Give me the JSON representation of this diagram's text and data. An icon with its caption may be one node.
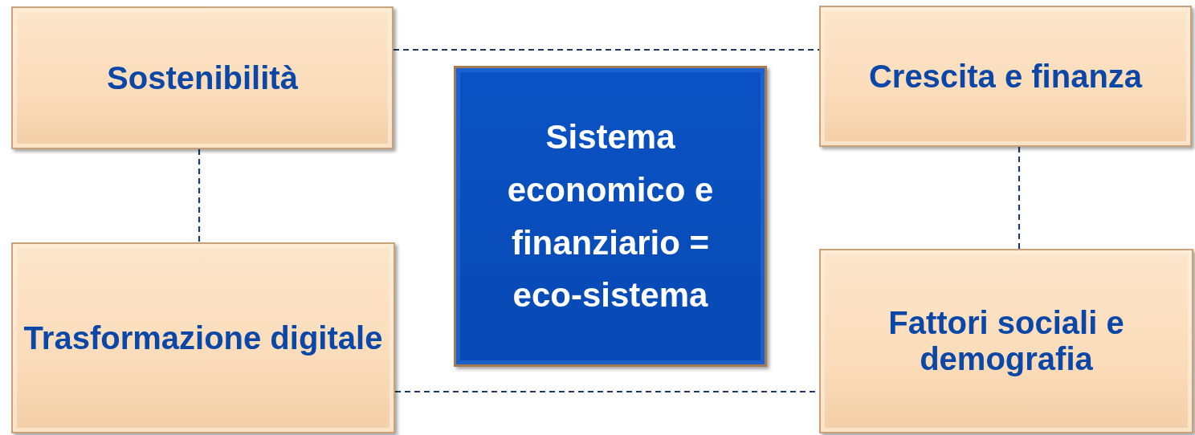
{
  "diagram": {
    "nodes": [
      {
        "text": [
          "Sostenibilità"
        ]
      },
      {
        "text": [
          "Crescita e finanza"
        ]
      },
      {
        "text": [
          "Sistema economico e finanziario = eco-sistema"
        ]
      },
      {
        "text": [
          "Trasformazione digitale"
        ]
      },
      {
        "text": [
          "Fattori sociali e demografia"
        ]
      }
    ],
    "edges": [
      {
        "from": 0,
        "to": 1,
        "arrow": "none",
        "style": "dashed"
      },
      {
        "from": 0,
        "to": 3,
        "arrow": "none",
        "style": "dashed"
      },
      {
        "from": 1,
        "to": 4,
        "arrow": "none",
        "style": "dashed"
      },
      {
        "from": 3,
        "to": 4,
        "arrow": "none",
        "style": "dashed"
      }
    ]
  }
}
